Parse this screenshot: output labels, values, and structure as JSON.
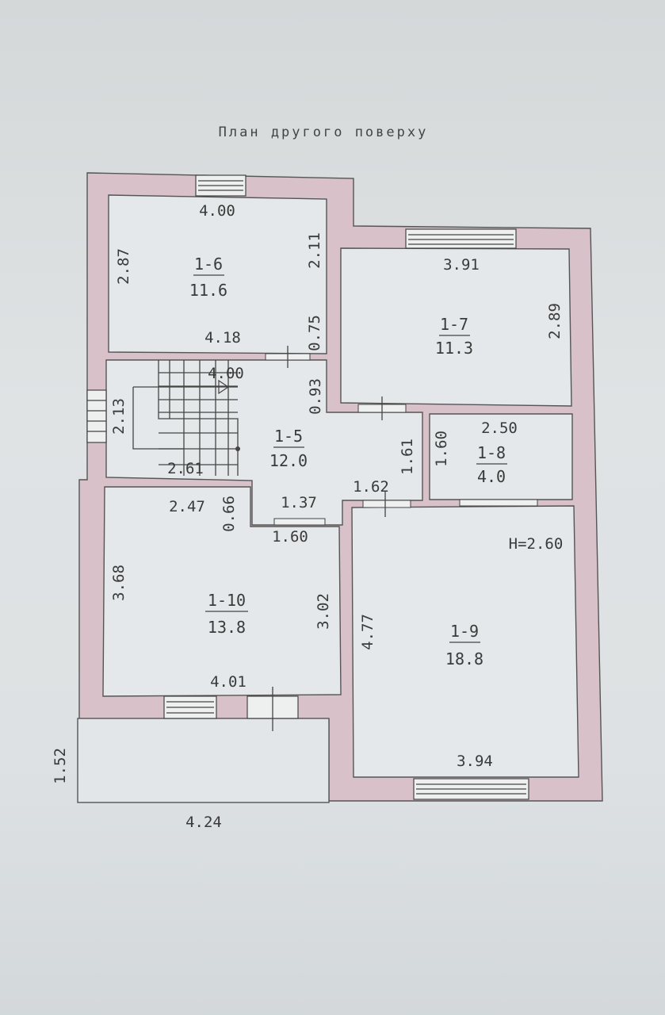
{
  "title": "План другого поверху",
  "rooms": [
    {
      "id": "1-6",
      "area": "11.6"
    },
    {
      "id": "1-7",
      "area": "11.3"
    },
    {
      "id": "1-5",
      "area": "12.0"
    },
    {
      "id": "1-8",
      "area": "4.0"
    },
    {
      "id": "1-10",
      "area": "13.8"
    },
    {
      "id": "1-9",
      "area": "18.8"
    }
  ],
  "ceiling_height": "H=2.60",
  "dimensions": [
    "4.00",
    "2.87",
    "2.11",
    "4.18",
    "0.75",
    "3.91",
    "2.89",
    "4.00",
    "0.93",
    "2.13",
    "2.61",
    "1.61",
    "2.50",
    "1.60",
    "2.47",
    "0.66",
    "1.37",
    "1.62",
    "1.60",
    "3.68",
    "3.02",
    "4.01",
    "4.77",
    "3.94",
    "1.52",
    "4.24"
  ]
}
